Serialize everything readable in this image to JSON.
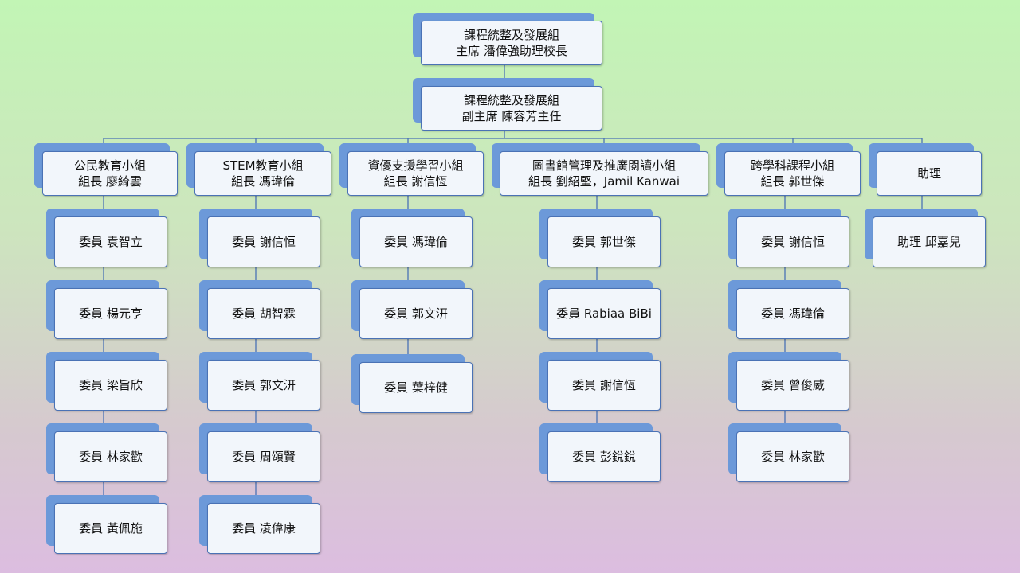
{
  "chair": {
    "line1": "課程統整及發展組",
    "line2": "主席  潘偉強助理校長"
  },
  "vice_chair": {
    "line1": "課程統整及發展組",
    "line2": "副主席  陳容芳主任"
  },
  "groups": [
    {
      "title": "公民教育小組",
      "leader": "組長  廖綺雲",
      "members": [
        "委員 袁智立",
        "委員  楊元亨",
        "委員  梁旨欣",
        "委員  林家歡",
        "委員  黃佩施"
      ]
    },
    {
      "title": "STEM教育小組",
      "leader": "組長  馮瑋倫",
      "members": [
        "委員 謝信恒",
        "委員  胡智霖",
        "委員  郭文汧",
        "委員  周頌賢",
        "委員  凌偉康"
      ]
    },
    {
      "title": "資優支援學習小組",
      "leader": "組長  謝信恆",
      "members": [
        "委員  馮瑋倫",
        "委員  郭文汧",
        "委員  葉梓健"
      ]
    },
    {
      "title": "圖書館管理及推廣閱讀小組",
      "leader": "組長  劉紹堅，Jamil Kanwai",
      "members": [
        "委員  郭世傑",
        "委員 Rabiaa BiBi",
        "委員  謝信恆",
        "委員  彭銳銳"
      ]
    },
    {
      "title": "跨學科課程小組",
      "leader": "組長  郭世傑",
      "members": [
        "委員  謝信恒",
        "委員  馮瑋倫",
        "委員  曾俊威",
        "委員  林家歡"
      ]
    },
    {
      "title": "助理",
      "leader": "",
      "members": [
        "助理  邱嘉兒"
      ]
    }
  ],
  "colors": {
    "box_back": "#6c99d9",
    "box_face": "#f2f6fb",
    "border": "#4a72b5",
    "connector": "#4a72b5"
  }
}
